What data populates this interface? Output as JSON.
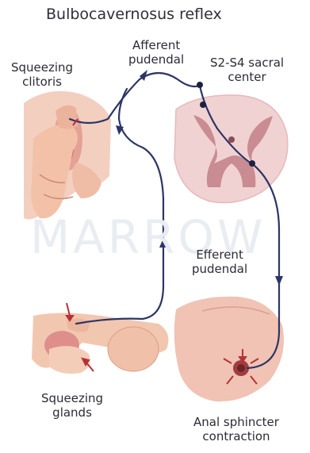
{
  "title": "Bulbocavernosus reflex",
  "watermark": "MARROW",
  "labels": {
    "squeezing_clitoris": [
      "Squeezing",
      "clitoris"
    ],
    "afferent_pudendal": [
      "Afferent",
      "pudendal"
    ],
    "sacral_center": [
      "S2-S4 sacral",
      "center"
    ],
    "efferent_pudendal": [
      "Efferent",
      "pudendal"
    ],
    "squeezing_glands": [
      "Squeezing",
      "glands"
    ],
    "anal_sphincter": [
      "Anal sphincter",
      "contraction"
    ]
  },
  "colors": {
    "nerve": "#2c3566",
    "skin": "#f2c9b4",
    "skin_dark": "#d98e80",
    "cord_outer": "#f2d3d3",
    "cord_gray": "#c98c92",
    "arrow_red": "#b5323a"
  }
}
